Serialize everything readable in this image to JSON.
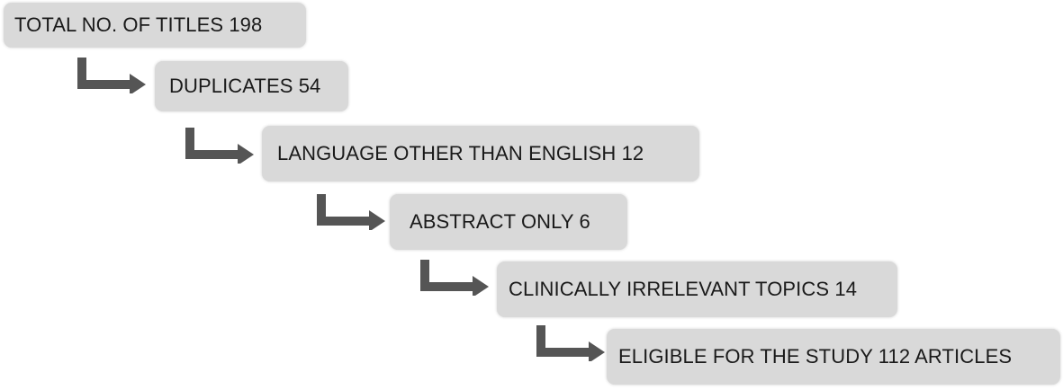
{
  "steps": [
    {
      "label": "TOTAL NO. OF TITLES 198"
    },
    {
      "label": "DUPLICATES 54"
    },
    {
      "label": "LANGUAGE OTHER THAN ENGLISH 12"
    },
    {
      "label": "ABSTRACT ONLY 6"
    },
    {
      "label": "CLINICALLY IRRELEVANT TOPICS 14"
    },
    {
      "label": "ELIGIBLE FOR THE STUDY 112 ARTICLES"
    }
  ],
  "colors": {
    "box_fill": "#d9d9d9",
    "arrow": "#555555",
    "text": "#1a1a1a"
  },
  "icons": {
    "connector": "elbow-arrow-icon"
  }
}
